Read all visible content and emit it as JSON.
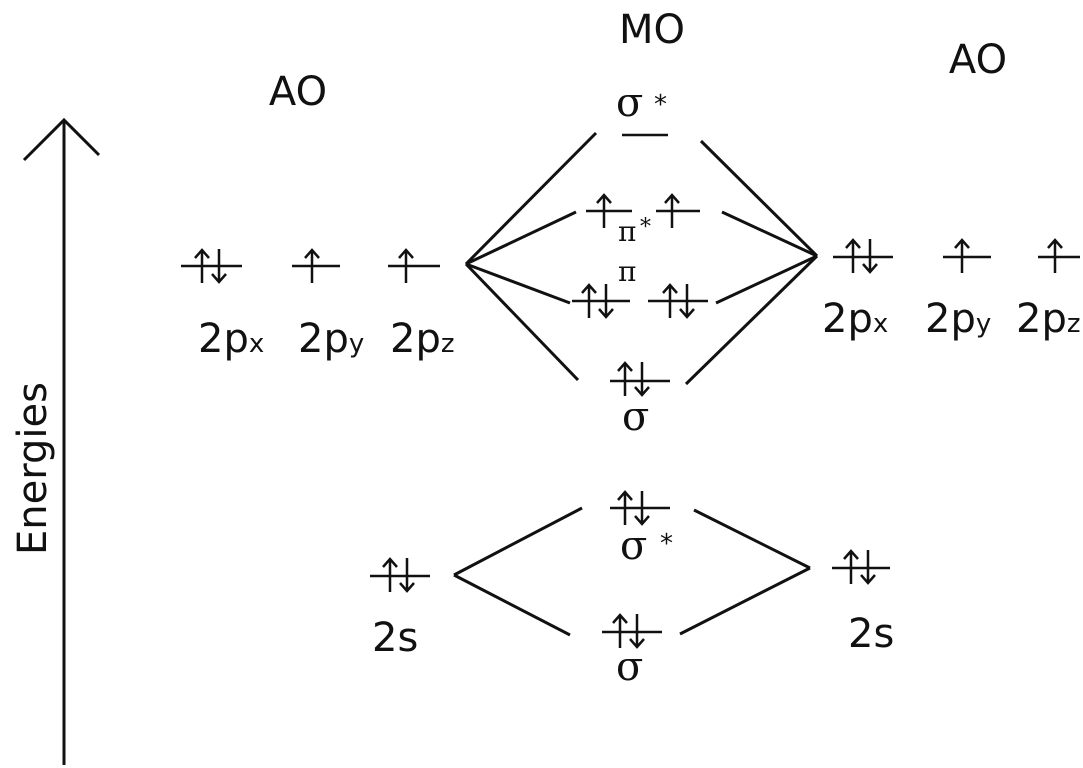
{
  "headers": {
    "ao_left": "AO",
    "mo": "MO",
    "ao_right": "AO"
  },
  "axis": {
    "label": "Energies"
  },
  "left_atom": {
    "p_orbitals": [
      {
        "main": "2p",
        "sub": "x",
        "electrons": "paired"
      },
      {
        "main": "2p",
        "sub": "y",
        "electrons": "up"
      },
      {
        "main": "2p",
        "sub": "z",
        "electrons": "up"
      }
    ],
    "s_orbital": {
      "label": "2s",
      "electrons": "paired"
    }
  },
  "right_atom": {
    "p_orbitals": [
      {
        "main": "2p",
        "sub": "x",
        "electrons": "paired"
      },
      {
        "main": "2p",
        "sub": "y",
        "electrons": "up"
      },
      {
        "main": "2p",
        "sub": "z",
        "electrons": "up"
      }
    ],
    "s_orbital": {
      "label": "2s",
      "electrons": "paired"
    }
  },
  "mo": {
    "sigma_star_2p": {
      "symbol": "σ",
      "star": "*",
      "electrons": "empty"
    },
    "pi_star_2p": {
      "symbol": "π",
      "star": "*",
      "electrons": [
        "up",
        "up"
      ]
    },
    "pi_2p": {
      "symbol": "π",
      "electrons": [
        "paired",
        "paired"
      ]
    },
    "sigma_2p": {
      "symbol": "σ",
      "electrons": "paired"
    },
    "sigma_star_2s": {
      "symbol": "σ",
      "star": "*",
      "electrons": "paired"
    },
    "sigma_2s": {
      "symbol": "σ",
      "electrons": "paired"
    }
  },
  "colors": {
    "ink": "#111111",
    "background": "#ffffff"
  }
}
